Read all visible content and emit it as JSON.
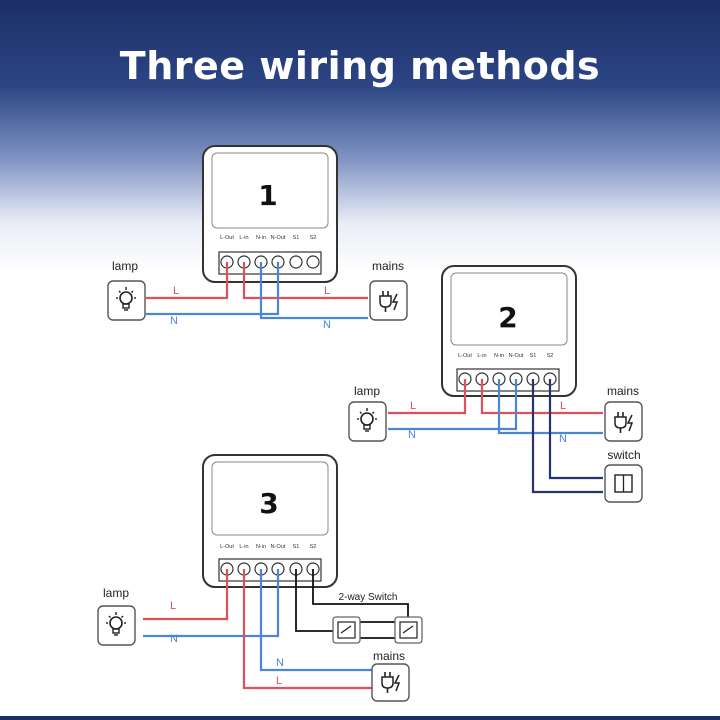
{
  "title": "Three wiring methods",
  "terminals": [
    "L-Out",
    "L-in",
    "N-in",
    "N-Out",
    "S1",
    "S2"
  ],
  "methods": [
    {
      "number": "1",
      "lamp": "lamp",
      "mains": "mains",
      "wire_l": "L",
      "wire_n": "N"
    },
    {
      "number": "2",
      "lamp": "lamp",
      "mains": "mains",
      "switch": "switch",
      "wire_l": "L",
      "wire_n": "N"
    },
    {
      "number": "3",
      "lamp": "lamp",
      "mains": "mains",
      "two_way": "2-way Switch",
      "wire_l": "L",
      "wire_n": "N"
    }
  ],
  "colors": {
    "live": "#e0505a",
    "neutral": "#4a86d4",
    "switch_wire": "#24356b",
    "two_way_wire": "#111111"
  },
  "icons": [
    "bulb-icon",
    "plug-icon",
    "switch-icon",
    "two-way-switch-icon"
  ]
}
